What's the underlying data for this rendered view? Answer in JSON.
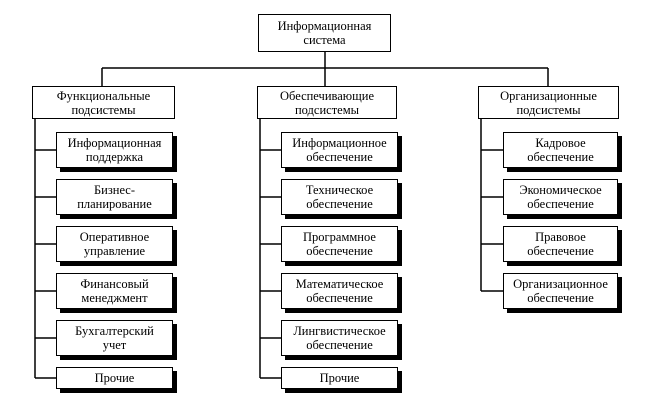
{
  "root": {
    "label": "Информационная\nсистема"
  },
  "columns": [
    {
      "title": "Функциональные\nподсистемы",
      "items": [
        "Информационная\nподдержка",
        "Бизнес-\nпланирование",
        "Оперативное\nуправление",
        "Финансовый\nменеджмент",
        "Бухгалтерский\nучет",
        "Прочие"
      ]
    },
    {
      "title": "Обеспечивающие\nподсистемы",
      "items": [
        "Информационное\nобеспечение",
        "Техническое\nобеспечение",
        "Программное\nобеспечение",
        "Математическое\nобеспечение",
        "Лингвистическое\nобеспечение",
        "Прочие"
      ]
    },
    {
      "title": "Организационные\nподсистемы",
      "items": [
        "Кадровое\nобеспечение",
        "Экономическое\nобеспечение",
        "Правовое\nобеспечение",
        "Организационное\nобеспечение"
      ]
    }
  ]
}
